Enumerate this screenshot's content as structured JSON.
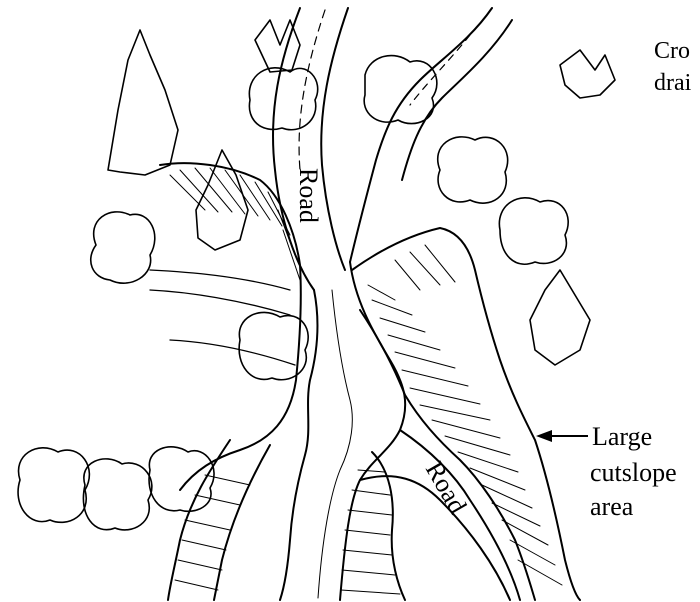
{
  "labels": {
    "caption_line1": "Cro",
    "caption_line2": "drai",
    "road_upper": "Road",
    "road_lower": "Road",
    "cutslope_line1": "Large",
    "cutslope_line2": "cutslope",
    "cutslope_line3": "area"
  },
  "colors": {
    "ink": "#000000",
    "paper": "#ffffff"
  }
}
